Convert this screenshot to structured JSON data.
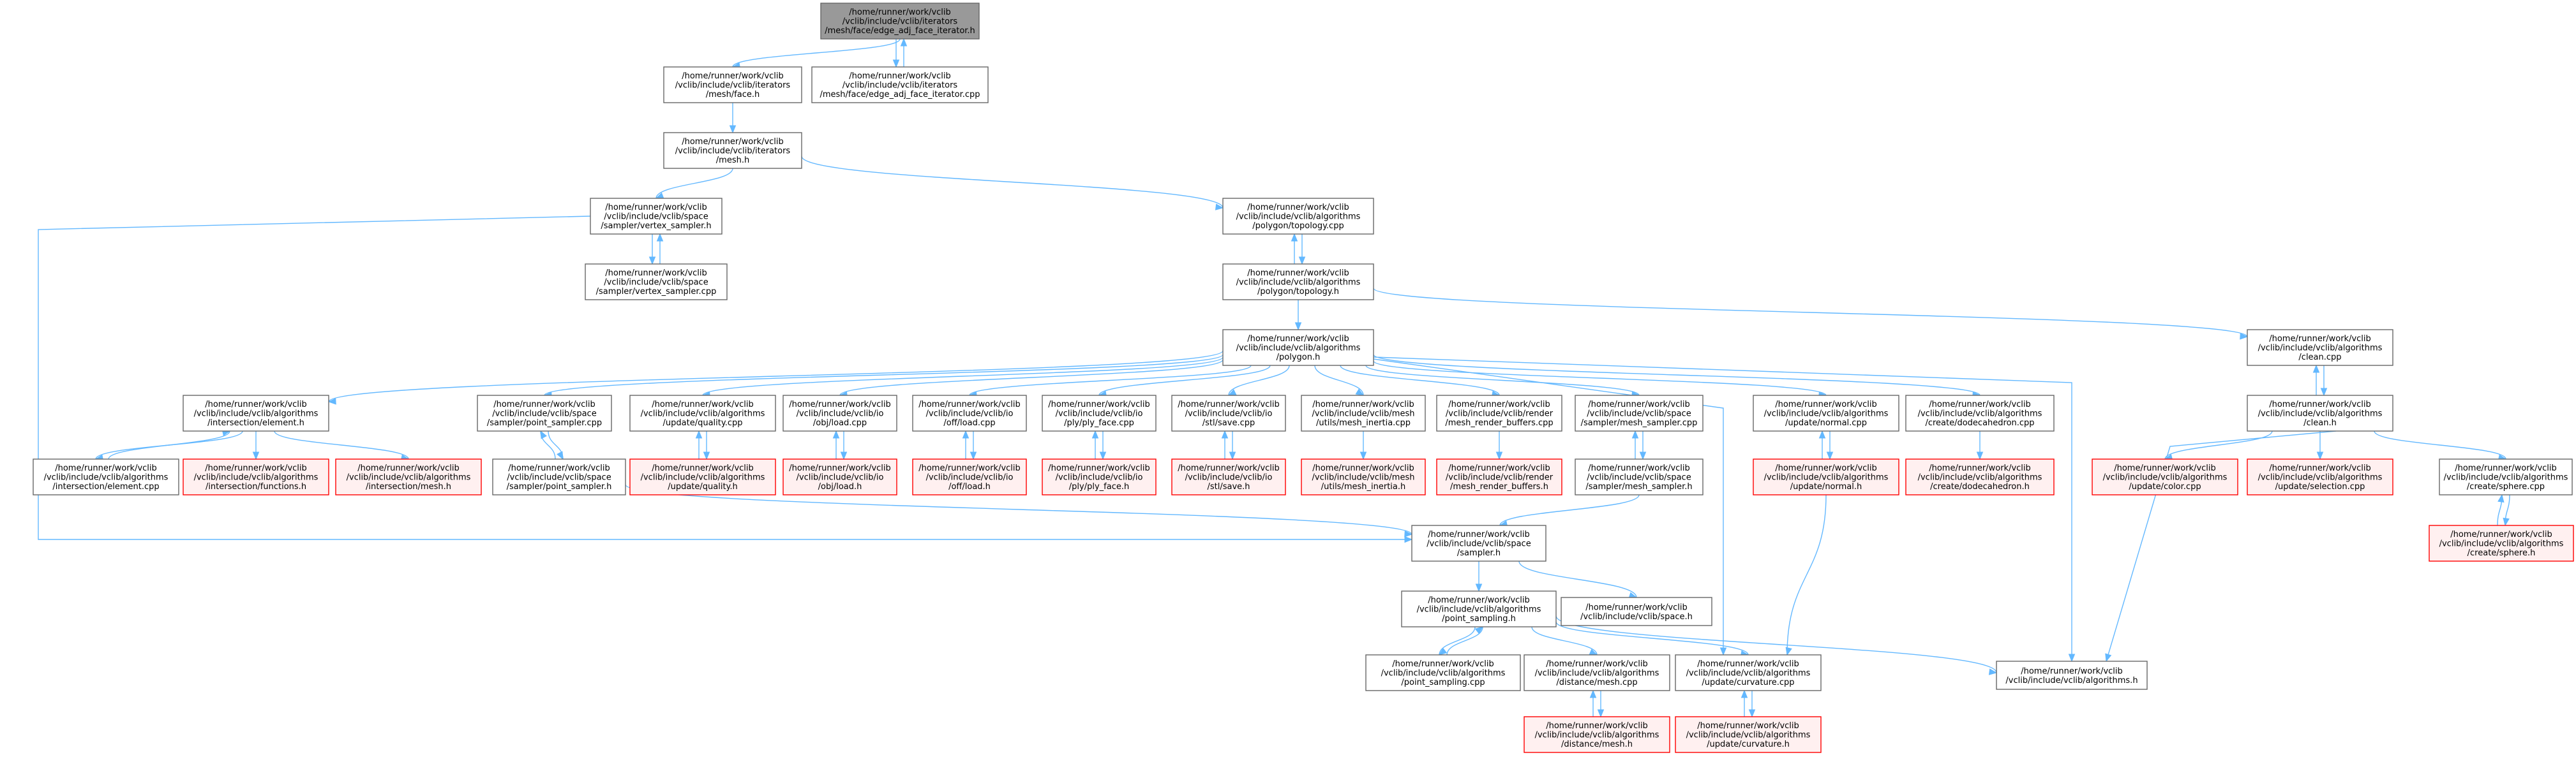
{
  "graph": {
    "colors": {
      "root_fill": "#999999",
      "root_stroke": "#666666",
      "normal_fill": "#ffffff",
      "normal_stroke": "#666666",
      "red_fill": "#fff0f0",
      "red_stroke": "#ff0000",
      "edge": "#63b8ff",
      "text": "#000000"
    },
    "nodes": [
      {
        "id": "edge_adj_face_iterator_h",
        "style": "root",
        "lines": [
          "/home/runner/work/vclib",
          "/vclib/include/vclib/iterators",
          "/mesh/face/edge_adj_face_iterator.h"
        ]
      },
      {
        "id": "iter_face_h",
        "style": "normal",
        "lines": [
          "/home/runner/work/vclib",
          "/vclib/include/vclib/iterators",
          "/mesh/face.h"
        ]
      },
      {
        "id": "edge_adj_face_iterator_cpp",
        "style": "normal",
        "lines": [
          "/home/runner/work/vclib",
          "/vclib/include/vclib/iterators",
          "/mesh/face/edge_adj_face_iterator.cpp"
        ]
      },
      {
        "id": "iter_mesh_h",
        "style": "normal",
        "lines": [
          "/home/runner/work/vclib",
          "/vclib/include/vclib/iterators",
          "/mesh.h"
        ]
      },
      {
        "id": "vertex_sampler_h",
        "style": "normal",
        "lines": [
          "/home/runner/work/vclib",
          "/vclib/include/vclib/space",
          "/sampler/vertex_sampler.h"
        ]
      },
      {
        "id": "polygon_topology_cpp",
        "style": "normal",
        "lines": [
          "/home/runner/work/vclib",
          "/vclib/include/vclib/algorithms",
          "/polygon/topology.cpp"
        ]
      },
      {
        "id": "vertex_sampler_cpp",
        "style": "normal",
        "lines": [
          "/home/runner/work/vclib",
          "/vclib/include/vclib/space",
          "/sampler/vertex_sampler.cpp"
        ]
      },
      {
        "id": "polygon_topology_h",
        "style": "normal",
        "lines": [
          "/home/runner/work/vclib",
          "/vclib/include/vclib/algorithms",
          "/polygon/topology.h"
        ]
      },
      {
        "id": "polygon_h",
        "style": "normal",
        "lines": [
          "/home/runner/work/vclib",
          "/vclib/include/vclib/algorithms",
          "/polygon.h"
        ]
      },
      {
        "id": "clean_cpp",
        "style": "normal",
        "lines": [
          "/home/runner/work/vclib",
          "/vclib/include/vclib/algorithms",
          "/clean.cpp"
        ]
      },
      {
        "id": "clean_h",
        "style": "normal",
        "lines": [
          "/home/runner/work/vclib",
          "/vclib/include/vclib/algorithms",
          "/clean.h"
        ]
      },
      {
        "id": "intersection_element_h",
        "style": "normal",
        "lines": [
          "/home/runner/work/vclib",
          "/vclib/include/vclib/algorithms",
          "/intersection/element.h"
        ]
      },
      {
        "id": "point_sampler_cpp",
        "style": "normal",
        "lines": [
          "/home/runner/work/vclib",
          "/vclib/include/vclib/space",
          "/sampler/point_sampler.cpp"
        ]
      },
      {
        "id": "update_quality_cpp",
        "style": "normal",
        "lines": [
          "/home/runner/work/vclib",
          "/vclib/include/vclib/algorithms",
          "/update/quality.cpp"
        ]
      },
      {
        "id": "obj_load_cpp",
        "style": "normal",
        "lines": [
          "/home/runner/work/vclib",
          "/vclib/include/vclib/io",
          "/obj/load.cpp"
        ]
      },
      {
        "id": "off_load_cpp",
        "style": "normal",
        "lines": [
          "/home/runner/work/vclib",
          "/vclib/include/vclib/io",
          "/off/load.cpp"
        ]
      },
      {
        "id": "ply_face_cpp",
        "style": "normal",
        "lines": [
          "/home/runner/work/vclib",
          "/vclib/include/vclib/io",
          "/ply/ply_face.cpp"
        ]
      },
      {
        "id": "stl_save_cpp",
        "style": "normal",
        "lines": [
          "/home/runner/work/vclib",
          "/vclib/include/vclib/io",
          "/stl/save.cpp"
        ]
      },
      {
        "id": "mesh_inertia_cpp",
        "style": "normal",
        "lines": [
          "/home/runner/work/vclib",
          "/vclib/include/vclib/mesh",
          "/utils/mesh_inertia.cpp"
        ]
      },
      {
        "id": "mesh_render_buffers_cpp",
        "style": "normal",
        "lines": [
          "/home/runner/work/vclib",
          "/vclib/include/vclib/render",
          "/mesh_render_buffers.cpp"
        ]
      },
      {
        "id": "mesh_sampler_cpp",
        "style": "normal",
        "lines": [
          "/home/runner/work/vclib",
          "/vclib/include/vclib/space",
          "/sampler/mesh_sampler.cpp"
        ]
      },
      {
        "id": "update_normal_cpp",
        "style": "normal",
        "lines": [
          "/home/runner/work/vclib",
          "/vclib/include/vclib/algorithms",
          "/update/normal.cpp"
        ]
      },
      {
        "id": "create_dodecahedron_cpp",
        "style": "normal",
        "lines": [
          "/home/runner/work/vclib",
          "/vclib/include/vclib/algorithms",
          "/create/dodecahedron.cpp"
        ]
      },
      {
        "id": "update_color_cpp",
        "style": "red",
        "lines": [
          "/home/runner/work/vclib",
          "/vclib/include/vclib/algorithms",
          "/update/color.cpp"
        ]
      },
      {
        "id": "update_selection_cpp",
        "style": "red",
        "lines": [
          "/home/runner/work/vclib",
          "/vclib/include/vclib/algorithms",
          "/update/selection.cpp"
        ]
      },
      {
        "id": "create_sphere_cpp",
        "style": "normal",
        "lines": [
          "/home/runner/work/vclib",
          "/vclib/include/vclib/algorithms",
          "/create/sphere.cpp"
        ]
      },
      {
        "id": "intersection_element_cpp",
        "style": "normal",
        "lines": [
          "/home/runner/work/vclib",
          "/vclib/include/vclib/algorithms",
          "/intersection/element.cpp"
        ]
      },
      {
        "id": "intersection_functions_h",
        "style": "red",
        "lines": [
          "/home/runner/work/vclib",
          "/vclib/include/vclib/algorithms",
          "/intersection/functions.h"
        ]
      },
      {
        "id": "intersection_mesh_h",
        "style": "red",
        "lines": [
          "/home/runner/work/vclib",
          "/vclib/include/vclib/algorithms",
          "/intersection/mesh.h"
        ]
      },
      {
        "id": "point_sampler_h",
        "style": "normal",
        "lines": [
          "/home/runner/work/vclib",
          "/vclib/include/vclib/space",
          "/sampler/point_sampler.h"
        ]
      },
      {
        "id": "update_quality_h",
        "style": "red",
        "lines": [
          "/home/runner/work/vclib",
          "/vclib/include/vclib/algorithms",
          "/update/quality.h"
        ]
      },
      {
        "id": "obj_load_h",
        "style": "red",
        "lines": [
          "/home/runner/work/vclib",
          "/vclib/include/vclib/io",
          "/obj/load.h"
        ]
      },
      {
        "id": "off_load_h",
        "style": "red",
        "lines": [
          "/home/runner/work/vclib",
          "/vclib/include/vclib/io",
          "/off/load.h"
        ]
      },
      {
        "id": "ply_face_h",
        "style": "red",
        "lines": [
          "/home/runner/work/vclib",
          "/vclib/include/vclib/io",
          "/ply/ply_face.h"
        ]
      },
      {
        "id": "stl_save_h",
        "style": "red",
        "lines": [
          "/home/runner/work/vclib",
          "/vclib/include/vclib/io",
          "/stl/save.h"
        ]
      },
      {
        "id": "mesh_inertia_h",
        "style": "red",
        "lines": [
          "/home/runner/work/vclib",
          "/vclib/include/vclib/mesh",
          "/utils/mesh_inertia.h"
        ]
      },
      {
        "id": "mesh_render_buffers_h",
        "style": "red",
        "lines": [
          "/home/runner/work/vclib",
          "/vclib/include/vclib/render",
          "/mesh_render_buffers.h"
        ]
      },
      {
        "id": "mesh_sampler_h",
        "style": "normal",
        "lines": [
          "/home/runner/work/vclib",
          "/vclib/include/vclib/space",
          "/sampler/mesh_sampler.h"
        ]
      },
      {
        "id": "update_normal_h",
        "style": "red",
        "lines": [
          "/home/runner/work/vclib",
          "/vclib/include/vclib/algorithms",
          "/update/normal.h"
        ]
      },
      {
        "id": "create_dodecahedron_h",
        "style": "red",
        "lines": [
          "/home/runner/work/vclib",
          "/vclib/include/vclib/algorithms",
          "/create/dodecahedron.h"
        ]
      },
      {
        "id": "create_sphere_h",
        "style": "red",
        "lines": [
          "/home/runner/work/vclib",
          "/vclib/include/vclib/algorithms",
          "/create/sphere.h"
        ]
      },
      {
        "id": "sampler_h",
        "style": "normal",
        "lines": [
          "/home/runner/work/vclib",
          "/vclib/include/vclib/space",
          "/sampler.h"
        ]
      },
      {
        "id": "point_sampling_h",
        "style": "normal",
        "lines": [
          "/home/runner/work/vclib",
          "/vclib/include/vclib/algorithms",
          "/point_sampling.h"
        ]
      },
      {
        "id": "space_h",
        "style": "normal",
        "lines": [
          "/home/runner/work/vclib",
          "/vclib/include/vclib/space.h"
        ]
      },
      {
        "id": "point_sampling_cpp",
        "style": "normal",
        "lines": [
          "/home/runner/work/vclib",
          "/vclib/include/vclib/algorithms",
          "/point_sampling.cpp"
        ]
      },
      {
        "id": "distance_mesh_cpp",
        "style": "normal",
        "lines": [
          "/home/runner/work/vclib",
          "/vclib/include/vclib/algorithms",
          "/distance/mesh.cpp"
        ]
      },
      {
        "id": "update_curvature_cpp",
        "style": "normal",
        "lines": [
          "/home/runner/work/vclib",
          "/vclib/include/vclib/algorithms",
          "/update/curvature.cpp"
        ]
      },
      {
        "id": "algorithms_h",
        "style": "normal",
        "lines": [
          "/home/runner/work/vclib",
          "/vclib/include/vclib/algorithms.h"
        ]
      },
      {
        "id": "distance_mesh_h",
        "style": "red",
        "lines": [
          "/home/runner/work/vclib",
          "/vclib/include/vclib/algorithms",
          "/distance/mesh.h"
        ]
      },
      {
        "id": "update_curvature_h",
        "style": "red",
        "lines": [
          "/home/runner/work/vclib",
          "/vclib/include/vclib/algorithms",
          "/update/curvature.h"
        ]
      }
    ],
    "edges": [
      {
        "from": "iter_face_h",
        "to": "edge_adj_face_iterator_h"
      },
      {
        "from": "edge_adj_face_iterator_cpp",
        "to": "edge_adj_face_iterator_h"
      },
      {
        "from": "edge_adj_face_iterator_h",
        "to": "edge_adj_face_iterator_cpp"
      },
      {
        "from": "iter_mesh_h",
        "to": "iter_face_h"
      },
      {
        "from": "vertex_sampler_h",
        "to": "iter_mesh_h"
      },
      {
        "from": "polygon_topology_cpp",
        "to": "iter_mesh_h"
      },
      {
        "from": "vertex_sampler_cpp",
        "to": "vertex_sampler_h"
      },
      {
        "from": "vertex_sampler_h",
        "to": "vertex_sampler_cpp"
      },
      {
        "from": "sampler_h",
        "to": "vertex_sampler_h"
      },
      {
        "from": "polygon_topology_h",
        "to": "polygon_topology_cpp"
      },
      {
        "from": "polygon_topology_cpp",
        "to": "polygon_topology_h"
      },
      {
        "from": "polygon_h",
        "to": "polygon_topology_h"
      },
      {
        "from": "clean_cpp",
        "to": "polygon_topology_h"
      },
      {
        "from": "clean_h",
        "to": "clean_cpp"
      },
      {
        "from": "clean_cpp",
        "to": "clean_h"
      },
      {
        "from": "intersection_element_h",
        "to": "polygon_h"
      },
      {
        "from": "point_sampler_cpp",
        "to": "polygon_h"
      },
      {
        "from": "update_quality_cpp",
        "to": "polygon_h"
      },
      {
        "from": "obj_load_cpp",
        "to": "polygon_h"
      },
      {
        "from": "off_load_cpp",
        "to": "polygon_h"
      },
      {
        "from": "ply_face_cpp",
        "to": "polygon_h"
      },
      {
        "from": "stl_save_cpp",
        "to": "polygon_h"
      },
      {
        "from": "mesh_inertia_cpp",
        "to": "polygon_h"
      },
      {
        "from": "mesh_render_buffers_cpp",
        "to": "polygon_h"
      },
      {
        "from": "mesh_sampler_cpp",
        "to": "polygon_h"
      },
      {
        "from": "update_normal_cpp",
        "to": "polygon_h"
      },
      {
        "from": "create_dodecahedron_cpp",
        "to": "polygon_h"
      },
      {
        "from": "update_curvature_cpp",
        "to": "polygon_h"
      },
      {
        "from": "algorithms_h",
        "to": "polygon_h"
      },
      {
        "from": "intersection_element_cpp",
        "to": "intersection_element_h"
      },
      {
        "from": "intersection_element_h",
        "to": "intersection_element_cpp"
      },
      {
        "from": "intersection_functions_h",
        "to": "intersection_element_h"
      },
      {
        "from": "intersection_mesh_h",
        "to": "intersection_element_h"
      },
      {
        "from": "point_sampler_h",
        "to": "point_sampler_cpp"
      },
      {
        "from": "point_sampler_cpp",
        "to": "point_sampler_h"
      },
      {
        "from": "update_quality_h",
        "to": "update_quality_cpp"
      },
      {
        "from": "update_quality_cpp",
        "to": "update_quality_h"
      },
      {
        "from": "obj_load_h",
        "to": "obj_load_cpp"
      },
      {
        "from": "obj_load_cpp",
        "to": "obj_load_h"
      },
      {
        "from": "off_load_h",
        "to": "off_load_cpp"
      },
      {
        "from": "off_load_cpp",
        "to": "off_load_h"
      },
      {
        "from": "ply_face_h",
        "to": "ply_face_cpp"
      },
      {
        "from": "ply_face_cpp",
        "to": "ply_face_h"
      },
      {
        "from": "stl_save_h",
        "to": "stl_save_cpp"
      },
      {
        "from": "stl_save_cpp",
        "to": "stl_save_h"
      },
      {
        "from": "mesh_inertia_h",
        "to": "mesh_inertia_cpp"
      },
      {
        "from": "mesh_render_buffers_h",
        "to": "mesh_render_buffers_cpp"
      },
      {
        "from": "mesh_sampler_h",
        "to": "mesh_sampler_cpp"
      },
      {
        "from": "mesh_sampler_cpp",
        "to": "mesh_sampler_h"
      },
      {
        "from": "update_normal_h",
        "to": "update_normal_cpp"
      },
      {
        "from": "update_normal_cpp",
        "to": "update_normal_h"
      },
      {
        "from": "create_dodecahedron_h",
        "to": "create_dodecahedron_cpp"
      },
      {
        "from": "update_color_cpp",
        "to": "clean_h"
      },
      {
        "from": "update_selection_cpp",
        "to": "clean_h"
      },
      {
        "from": "create_sphere_cpp",
        "to": "clean_h"
      },
      {
        "from": "algorithms_h",
        "to": "clean_h"
      },
      {
        "from": "create_sphere_h",
        "to": "create_sphere_cpp"
      },
      {
        "from": "create_sphere_cpp",
        "to": "create_sphere_h"
      },
      {
        "from": "sampler_h",
        "to": "point_sampler_h"
      },
      {
        "from": "sampler_h",
        "to": "mesh_sampler_h"
      },
      {
        "from": "update_curvature_cpp",
        "to": "update_normal_h"
      },
      {
        "from": "point_sampling_h",
        "to": "sampler_h"
      },
      {
        "from": "space_h",
        "to": "sampler_h"
      },
      {
        "from": "point_sampling_cpp",
        "to": "point_sampling_h"
      },
      {
        "from": "point_sampling_h",
        "to": "point_sampling_cpp"
      },
      {
        "from": "distance_mesh_cpp",
        "to": "point_sampling_h"
      },
      {
        "from": "update_curvature_cpp",
        "to": "point_sampling_h"
      },
      {
        "from": "algorithms_h",
        "to": "point_sampling_h"
      },
      {
        "from": "distance_mesh_h",
        "to": "distance_mesh_cpp"
      },
      {
        "from": "distance_mesh_cpp",
        "to": "distance_mesh_h"
      },
      {
        "from": "update_curvature_h",
        "to": "update_curvature_cpp"
      },
      {
        "from": "update_curvature_cpp",
        "to": "update_curvature_h"
      }
    ]
  }
}
